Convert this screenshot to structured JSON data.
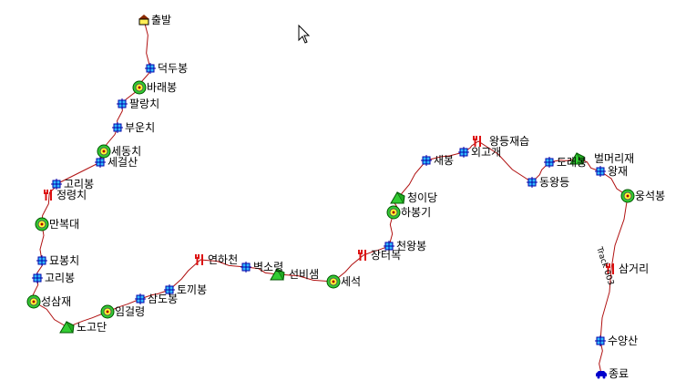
{
  "track": {
    "name": "Track 003",
    "color": "#b01010"
  },
  "waypoint_colors": {
    "peak": "#33cc33",
    "junction": "#33bbff",
    "food": "#dd1111",
    "tent": "#33cc33",
    "start": "#8b2a00",
    "end": "#0000cc"
  },
  "waypoints": [
    {
      "label": "출발",
      "icon": "house-icon"
    },
    {
      "label": "덕두봉",
      "icon": "crosshair-icon"
    },
    {
      "label": "바래봉",
      "icon": "summit-icon"
    },
    {
      "label": "팔랑치",
      "icon": "crosshair-icon"
    },
    {
      "label": "부운치",
      "icon": "crosshair-icon"
    },
    {
      "label": "세동치",
      "icon": "summit-icon"
    },
    {
      "label": "세걸산",
      "icon": "crosshair-icon"
    },
    {
      "label": "고리봉",
      "icon": "crosshair-icon"
    },
    {
      "label": "정령치",
      "icon": "restaurant-icon"
    },
    {
      "label": "만복대",
      "icon": "summit-icon"
    },
    {
      "label": "묘봉치",
      "icon": "crosshair-icon"
    },
    {
      "label": "고리봉",
      "icon": "crosshair-icon"
    },
    {
      "label": "성삼재",
      "icon": "summit-icon"
    },
    {
      "label": "노고단",
      "icon": "tent-icon"
    },
    {
      "label": "임걸령",
      "icon": "summit-icon"
    },
    {
      "label": "삼도봉",
      "icon": "crosshair-icon"
    },
    {
      "label": "토끼봉",
      "icon": "crosshair-icon"
    },
    {
      "label": "연하천",
      "icon": "restaurant-icon"
    },
    {
      "label": "벽소령",
      "icon": "crosshair-icon"
    },
    {
      "label": "선비샘",
      "icon": "tent-icon"
    },
    {
      "label": "세석",
      "icon": "summit-icon"
    },
    {
      "label": "장터목",
      "icon": "restaurant-icon"
    },
    {
      "label": "천왕봉",
      "icon": "crosshair-icon"
    },
    {
      "label": "하봉기",
      "icon": "summit-icon"
    },
    {
      "label": "청이당",
      "icon": "tent-icon"
    },
    {
      "label": "새봉",
      "icon": "crosshair-icon"
    },
    {
      "label": "외고개",
      "icon": "crosshair-icon"
    },
    {
      "label": "왕등재습",
      "icon": "restaurant-icon"
    },
    {
      "label": "동왕등",
      "icon": "crosshair-icon"
    },
    {
      "label": "도래봉",
      "icon": "crosshair-icon"
    },
    {
      "label": "벌머리재",
      "icon": "tent-icon"
    },
    {
      "label": "왕재",
      "icon": "crosshair-icon"
    },
    {
      "label": "웅석봉",
      "icon": "summit-icon"
    },
    {
      "label": "삼거리",
      "icon": "restaurant-icon"
    },
    {
      "label": "수양산",
      "icon": "crosshair-icon"
    },
    {
      "label": "종료",
      "icon": "car-icon"
    }
  ]
}
